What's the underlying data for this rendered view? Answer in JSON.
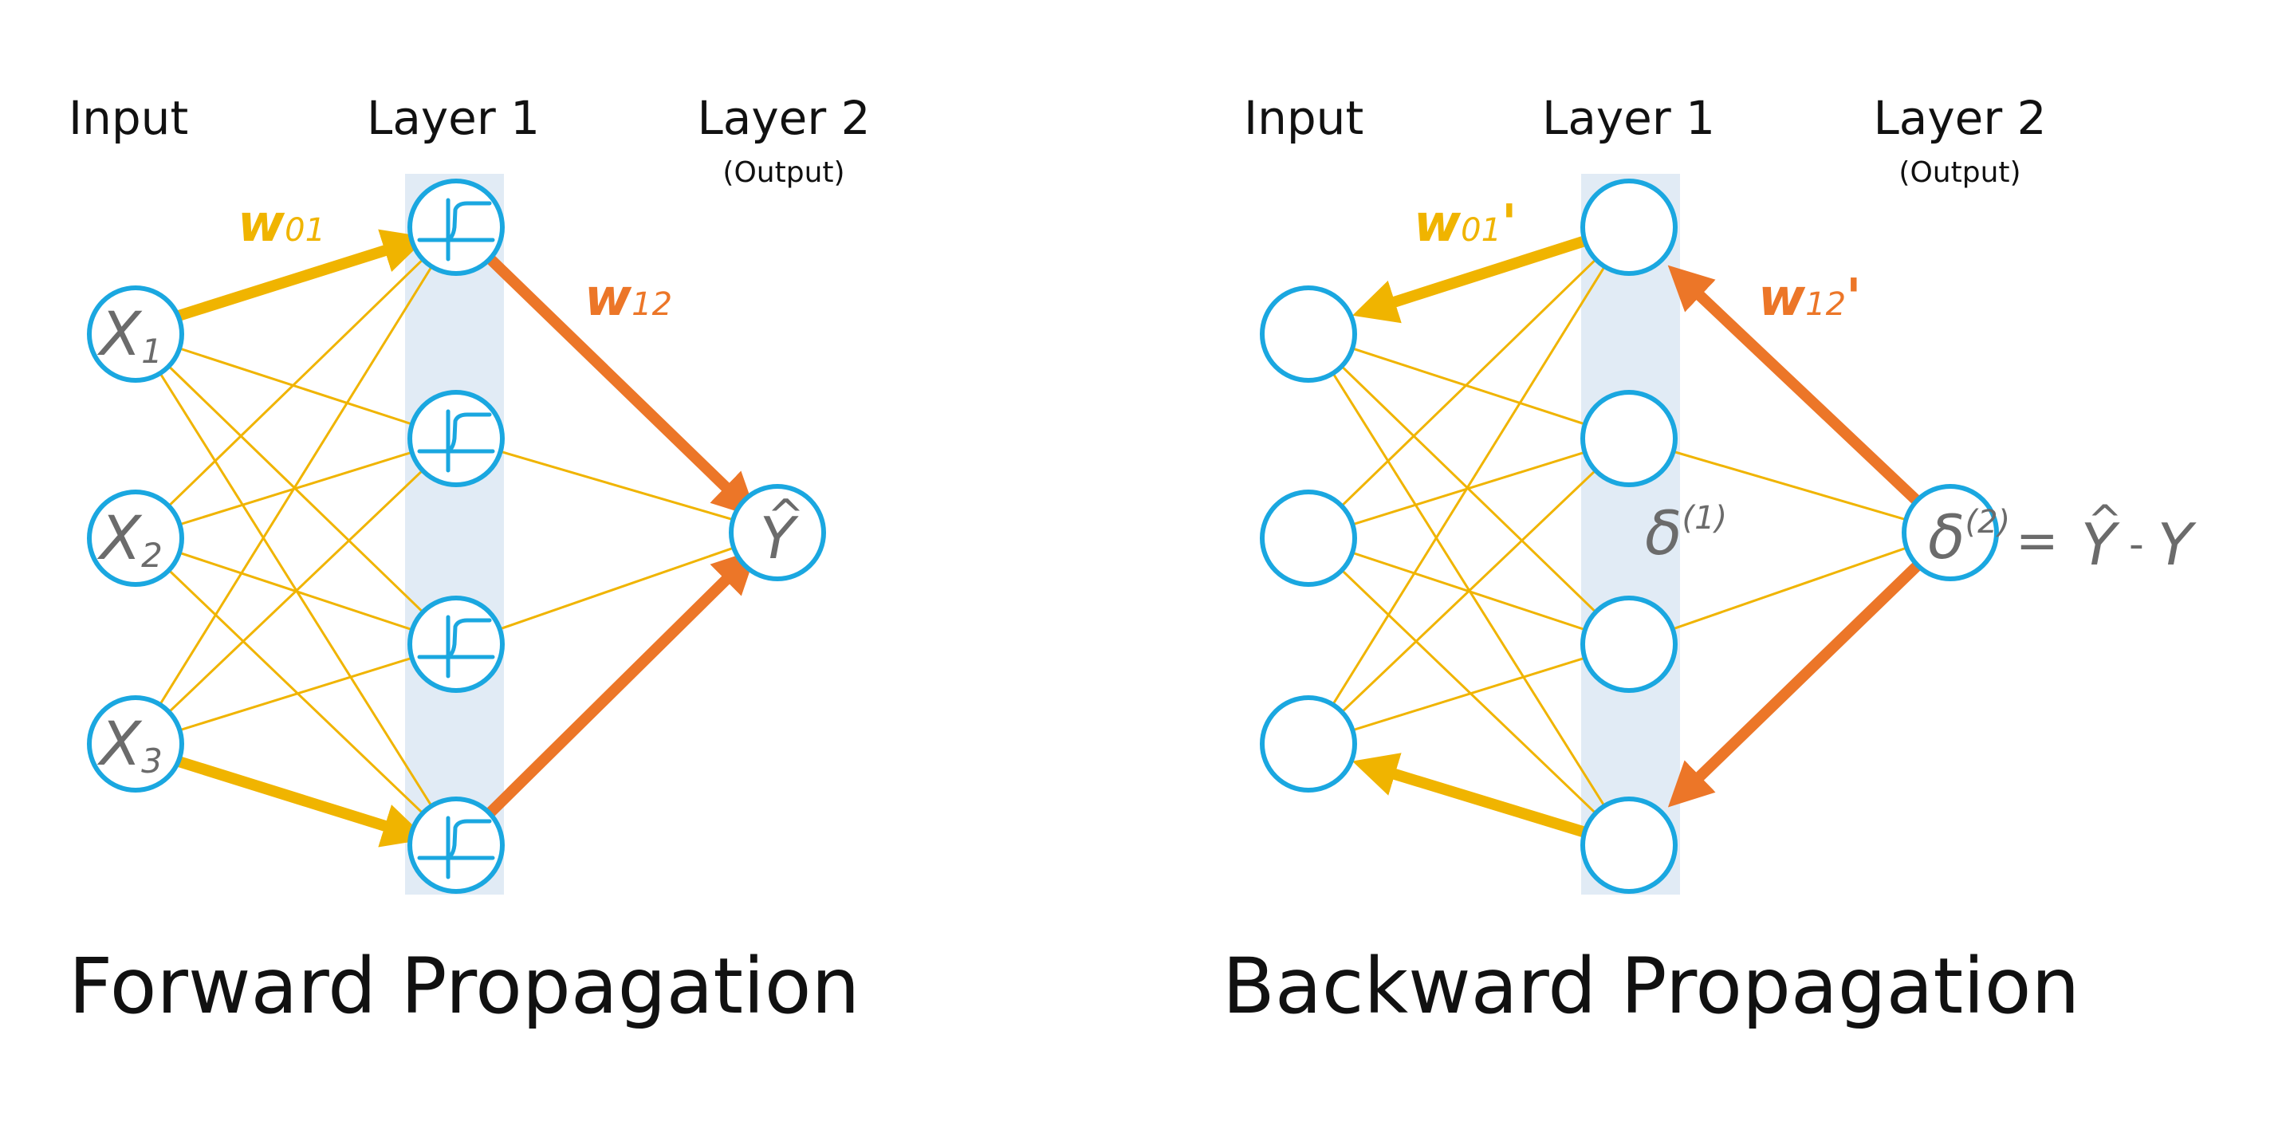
{
  "colors": {
    "node_stroke": "#1aa7e0",
    "thin_edge": "#f0b400",
    "w01_arrow": "#f0b400",
    "w12_arrow": "#ec7628",
    "layer_band": "#e1ebf5",
    "label_text": "#111111",
    "symbol_text": "#6b6b6b"
  },
  "forward": {
    "title": "Forward Propagation",
    "input_label": "Input",
    "layer1_label": "Layer 1",
    "layer2_label": "Layer 2",
    "layer2_sub": "(Output)",
    "inputs": [
      {
        "main": "X",
        "sub": "1"
      },
      {
        "main": "X",
        "sub": "2"
      },
      {
        "main": "X",
        "sub": "3"
      }
    ],
    "output_symbol": "Y",
    "output_hat": "^",
    "w01": {
      "main": "w",
      "sub": "01"
    },
    "w12": {
      "main": "w",
      "sub": "12"
    }
  },
  "backward": {
    "title": "Backward Propagation",
    "input_label": "Input",
    "layer1_label": "Layer 1",
    "layer2_label": "Layer 2",
    "layer2_sub": "(Output)",
    "w01": {
      "main": "w",
      "sub": "01",
      "prime": "'"
    },
    "w12": {
      "main": "w",
      "sub": "12",
      "prime": "'"
    },
    "delta1": {
      "main": "δ",
      "sup": "(1)"
    },
    "delta2": {
      "main": "δ",
      "sup": "(2)"
    },
    "equation": {
      "equals": "=",
      "yhat": "Y",
      "hat": "^",
      "minus": "-",
      "y": "Y"
    }
  }
}
